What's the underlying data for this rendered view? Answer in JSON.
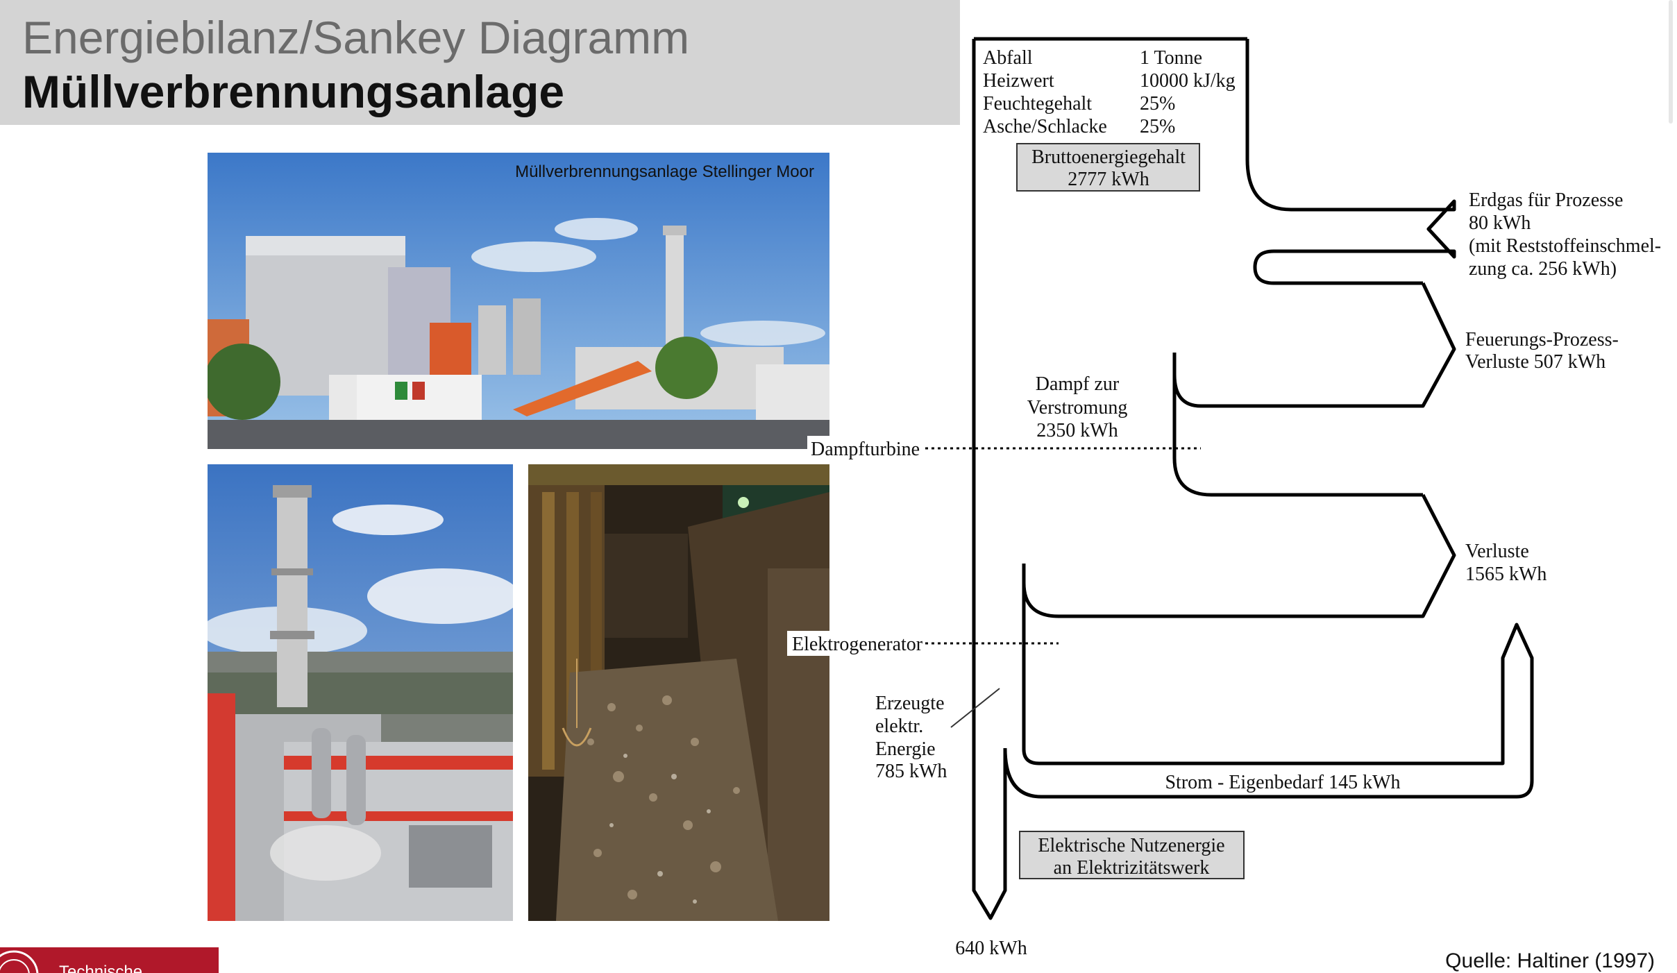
{
  "slide": {
    "title_line1": "Energiebilanz/Sankey Diagramm",
    "title_line2": "Müllverbrennungsanlage",
    "source": "Quelle: Haltiner (1997)",
    "logo_text": "Technische"
  },
  "photos": {
    "top_caption": "Müllverbrennungsanlage Stellinger Moor"
  },
  "input_table": {
    "rows": [
      {
        "label": "Abfall",
        "value": "1 Tonne"
      },
      {
        "label": "Heizwert",
        "value": "10000 kJ/kg"
      },
      {
        "label": "Feuchtegehalt",
        "value": "25%"
      },
      {
        "label": "Asche/Schlacke",
        "value": "25%"
      }
    ]
  },
  "boxes": {
    "brutto_line1": "Bruttoenergiegehalt",
    "brutto_line2": "2777 kWh",
    "nutz_line1": "Elektrische Nutzenergie",
    "nutz_line2": "an Elektrizitätswerk"
  },
  "flows": {
    "erdgas": [
      "Erdgas für Prozesse",
      "80 kWh",
      "(mit Reststoffeinschmel-",
      "zung ca. 256 kWh)"
    ],
    "feuerung": [
      "Feuerungs-Prozess-",
      "Verluste 507 kWh"
    ],
    "dampf": [
      "Dampf zur",
      "Verstromung",
      "2350 kWh"
    ],
    "verluste": [
      "Verluste",
      "1565 kWh"
    ],
    "erzeugt": [
      "Erzeugte",
      "elektr.",
      "Energie",
      "785 kWh"
    ],
    "strom": "Strom - Eigenbedarf 145 kWh",
    "output": "640 kWh",
    "dampfturbine": "Dampfturbine",
    "elektrogenerator": "Elektrogenerator"
  },
  "colors": {
    "header_band": "#d4d4d4",
    "box_fill": "#d9d9d9",
    "logo_red": "#b0182a"
  }
}
